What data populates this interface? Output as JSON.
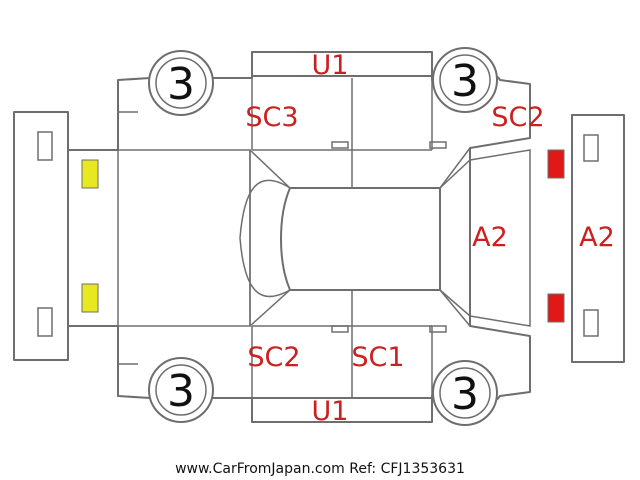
{
  "wheel_grade": "3",
  "labels": {
    "roof_top": "U1",
    "roof_bottom": "U1",
    "rear_left_door": "SC3",
    "rear_right_quarter": "SC2",
    "front_left_door": "SC2",
    "front_right_door": "SC1",
    "hood": "A2",
    "front_bumper": "A2"
  },
  "marker_colors": {
    "rear": "#e8e820",
    "front": "#e01818",
    "label_text": "#cc1f1f"
  },
  "footer": "www.CarFromJapan.com Ref: CFJ1353631"
}
